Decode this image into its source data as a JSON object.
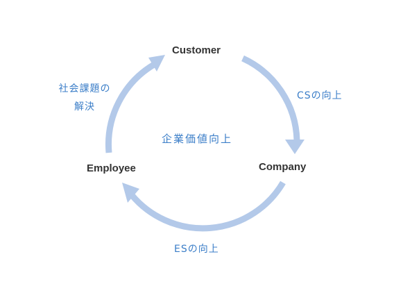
{
  "nodes": {
    "customer": "Customer",
    "company": "Company",
    "employee": "Employee"
  },
  "edges": {
    "customer_to_company": "CSの向上",
    "company_to_employee": "ESの向上",
    "employee_to_customer_line1": "社会課題の",
    "employee_to_customer_line2": "解決"
  },
  "center": "企業価値向上",
  "colors": {
    "arrow": "#b3c9e9",
    "label": "#3b7ec8",
    "node_text": "#333333"
  }
}
